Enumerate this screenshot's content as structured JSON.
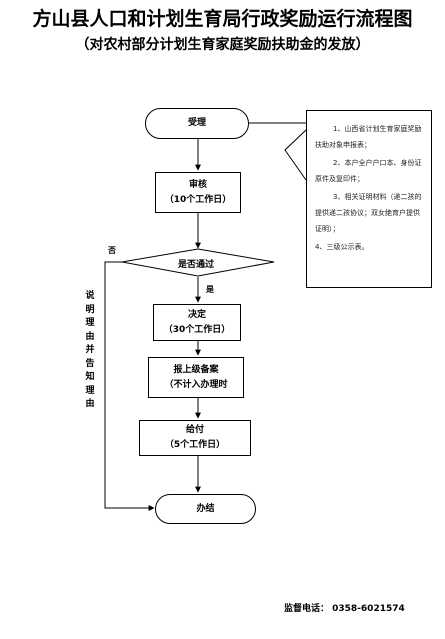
{
  "title": "方山县人口和计划生育局行政奖励运行流程图",
  "subtitle": "（对农村部分计划生育家庭奖励扶助金的发放）",
  "nodes": {
    "accept": "受理",
    "review": {
      "label": "审核",
      "time": "（10个工作日）"
    },
    "decision": "是否通过",
    "decide": {
      "label": "决定",
      "time": "（30个工作日）"
    },
    "report": {
      "label": "报上级备案",
      "time": "（不计入办理时"
    },
    "pay": {
      "label": "给付",
      "time": "（5个工作日）"
    },
    "finish": "办结"
  },
  "labels": {
    "no": "否",
    "yes": "是",
    "reject_note": "说明理由并告知理由"
  },
  "materials": [
    "1、山西省计划生育家庭奖励扶助对象申报表；",
    "2、本户全户户口本、身份证原件及复印件；",
    "3、相关证明材料（递二孩的提供递二孩协议；双女绝育户提供证明）；",
    "4、三级公示表。"
  ],
  "footer": "监督电话：  0358-6021574"
}
